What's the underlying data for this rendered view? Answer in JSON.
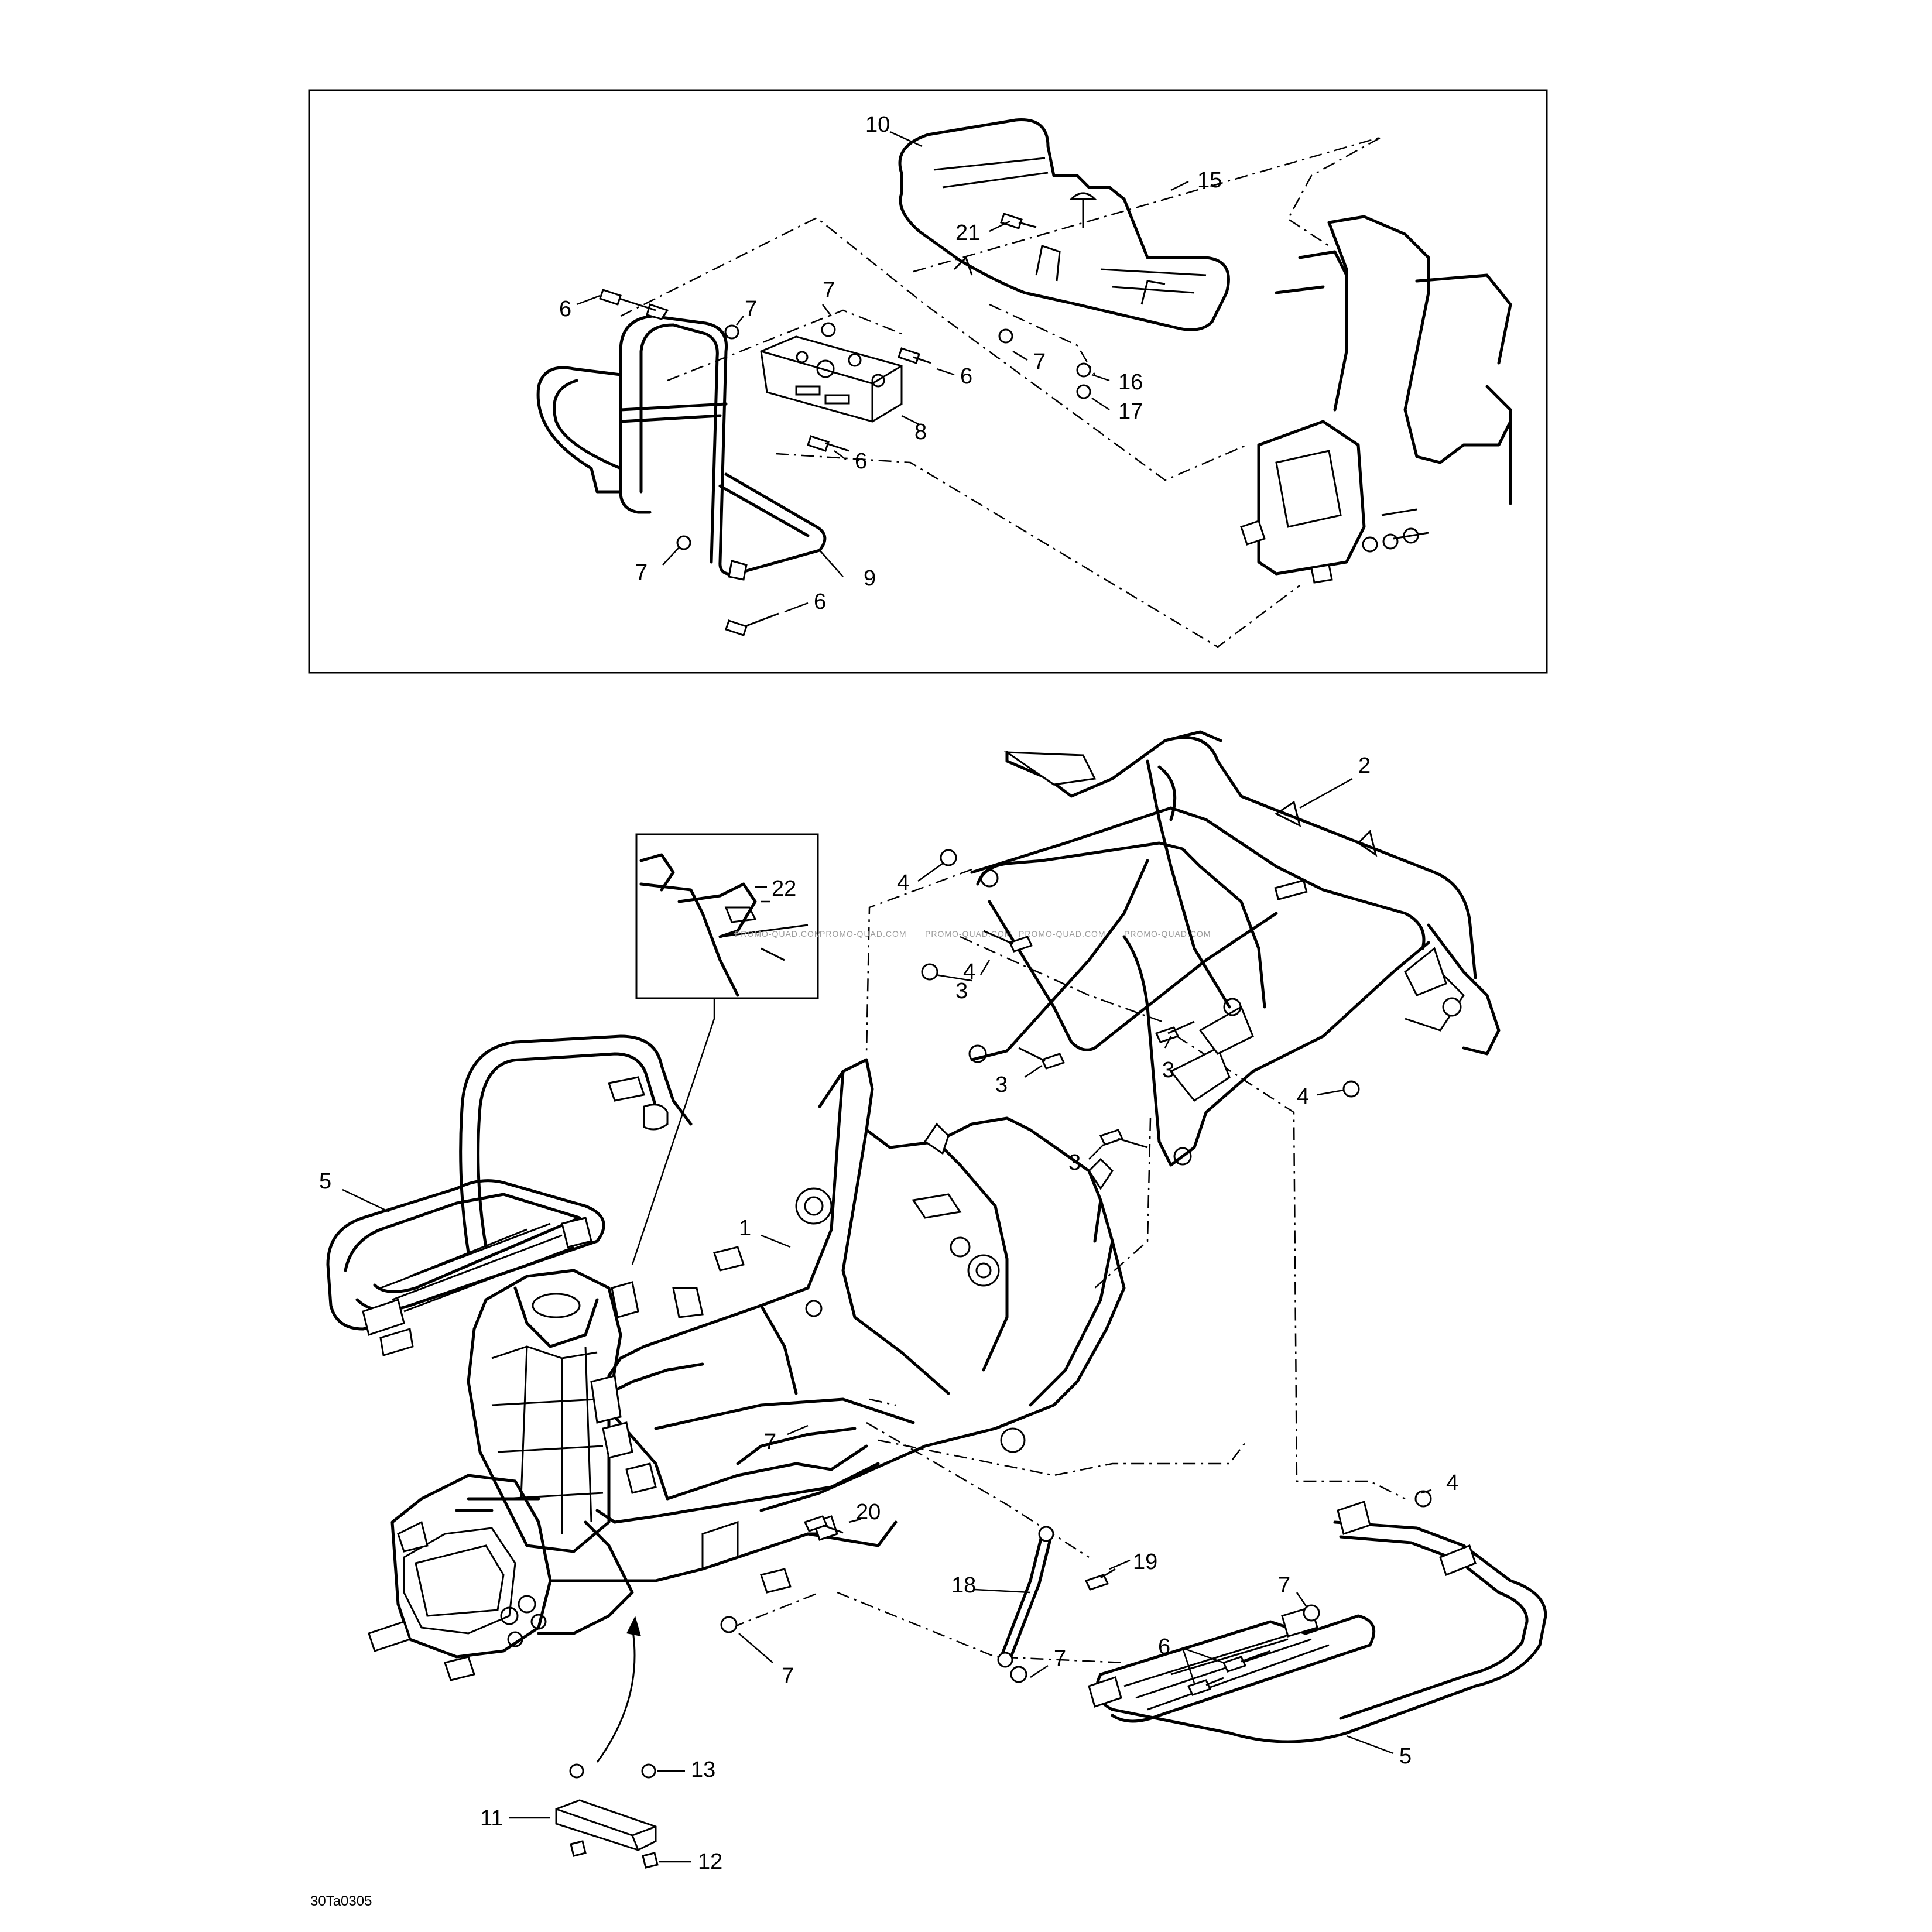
{
  "diagram": {
    "drawing_code": "30Ta0305",
    "watermark": "PROMO-QUAD.COM",
    "labels": {
      "p1": "1",
      "p2": "2",
      "p3a": "3",
      "p3b": "3",
      "p3c": "3",
      "p3d": "3",
      "p4a": "4",
      "p4b": "4",
      "p4c": "4",
      "p4d": "4",
      "p5a": "5",
      "p5b": "5",
      "p6a": "6",
      "p6b": "6",
      "p6c": "6",
      "p6d": "6",
      "p6e": "6",
      "p7a": "7",
      "p7b": "7",
      "p7c": "7",
      "p7d": "7",
      "p7e": "7",
      "p7f": "7",
      "p7g": "7",
      "p7h": "7",
      "p8": "8",
      "p9": "9",
      "p10": "10",
      "p11": "11",
      "p12": "12",
      "p13": "13",
      "p15": "15",
      "p16": "16",
      "p17": "17",
      "p18": "18",
      "p19": "19",
      "p20": "20",
      "p21": "21",
      "p22": "22"
    }
  }
}
